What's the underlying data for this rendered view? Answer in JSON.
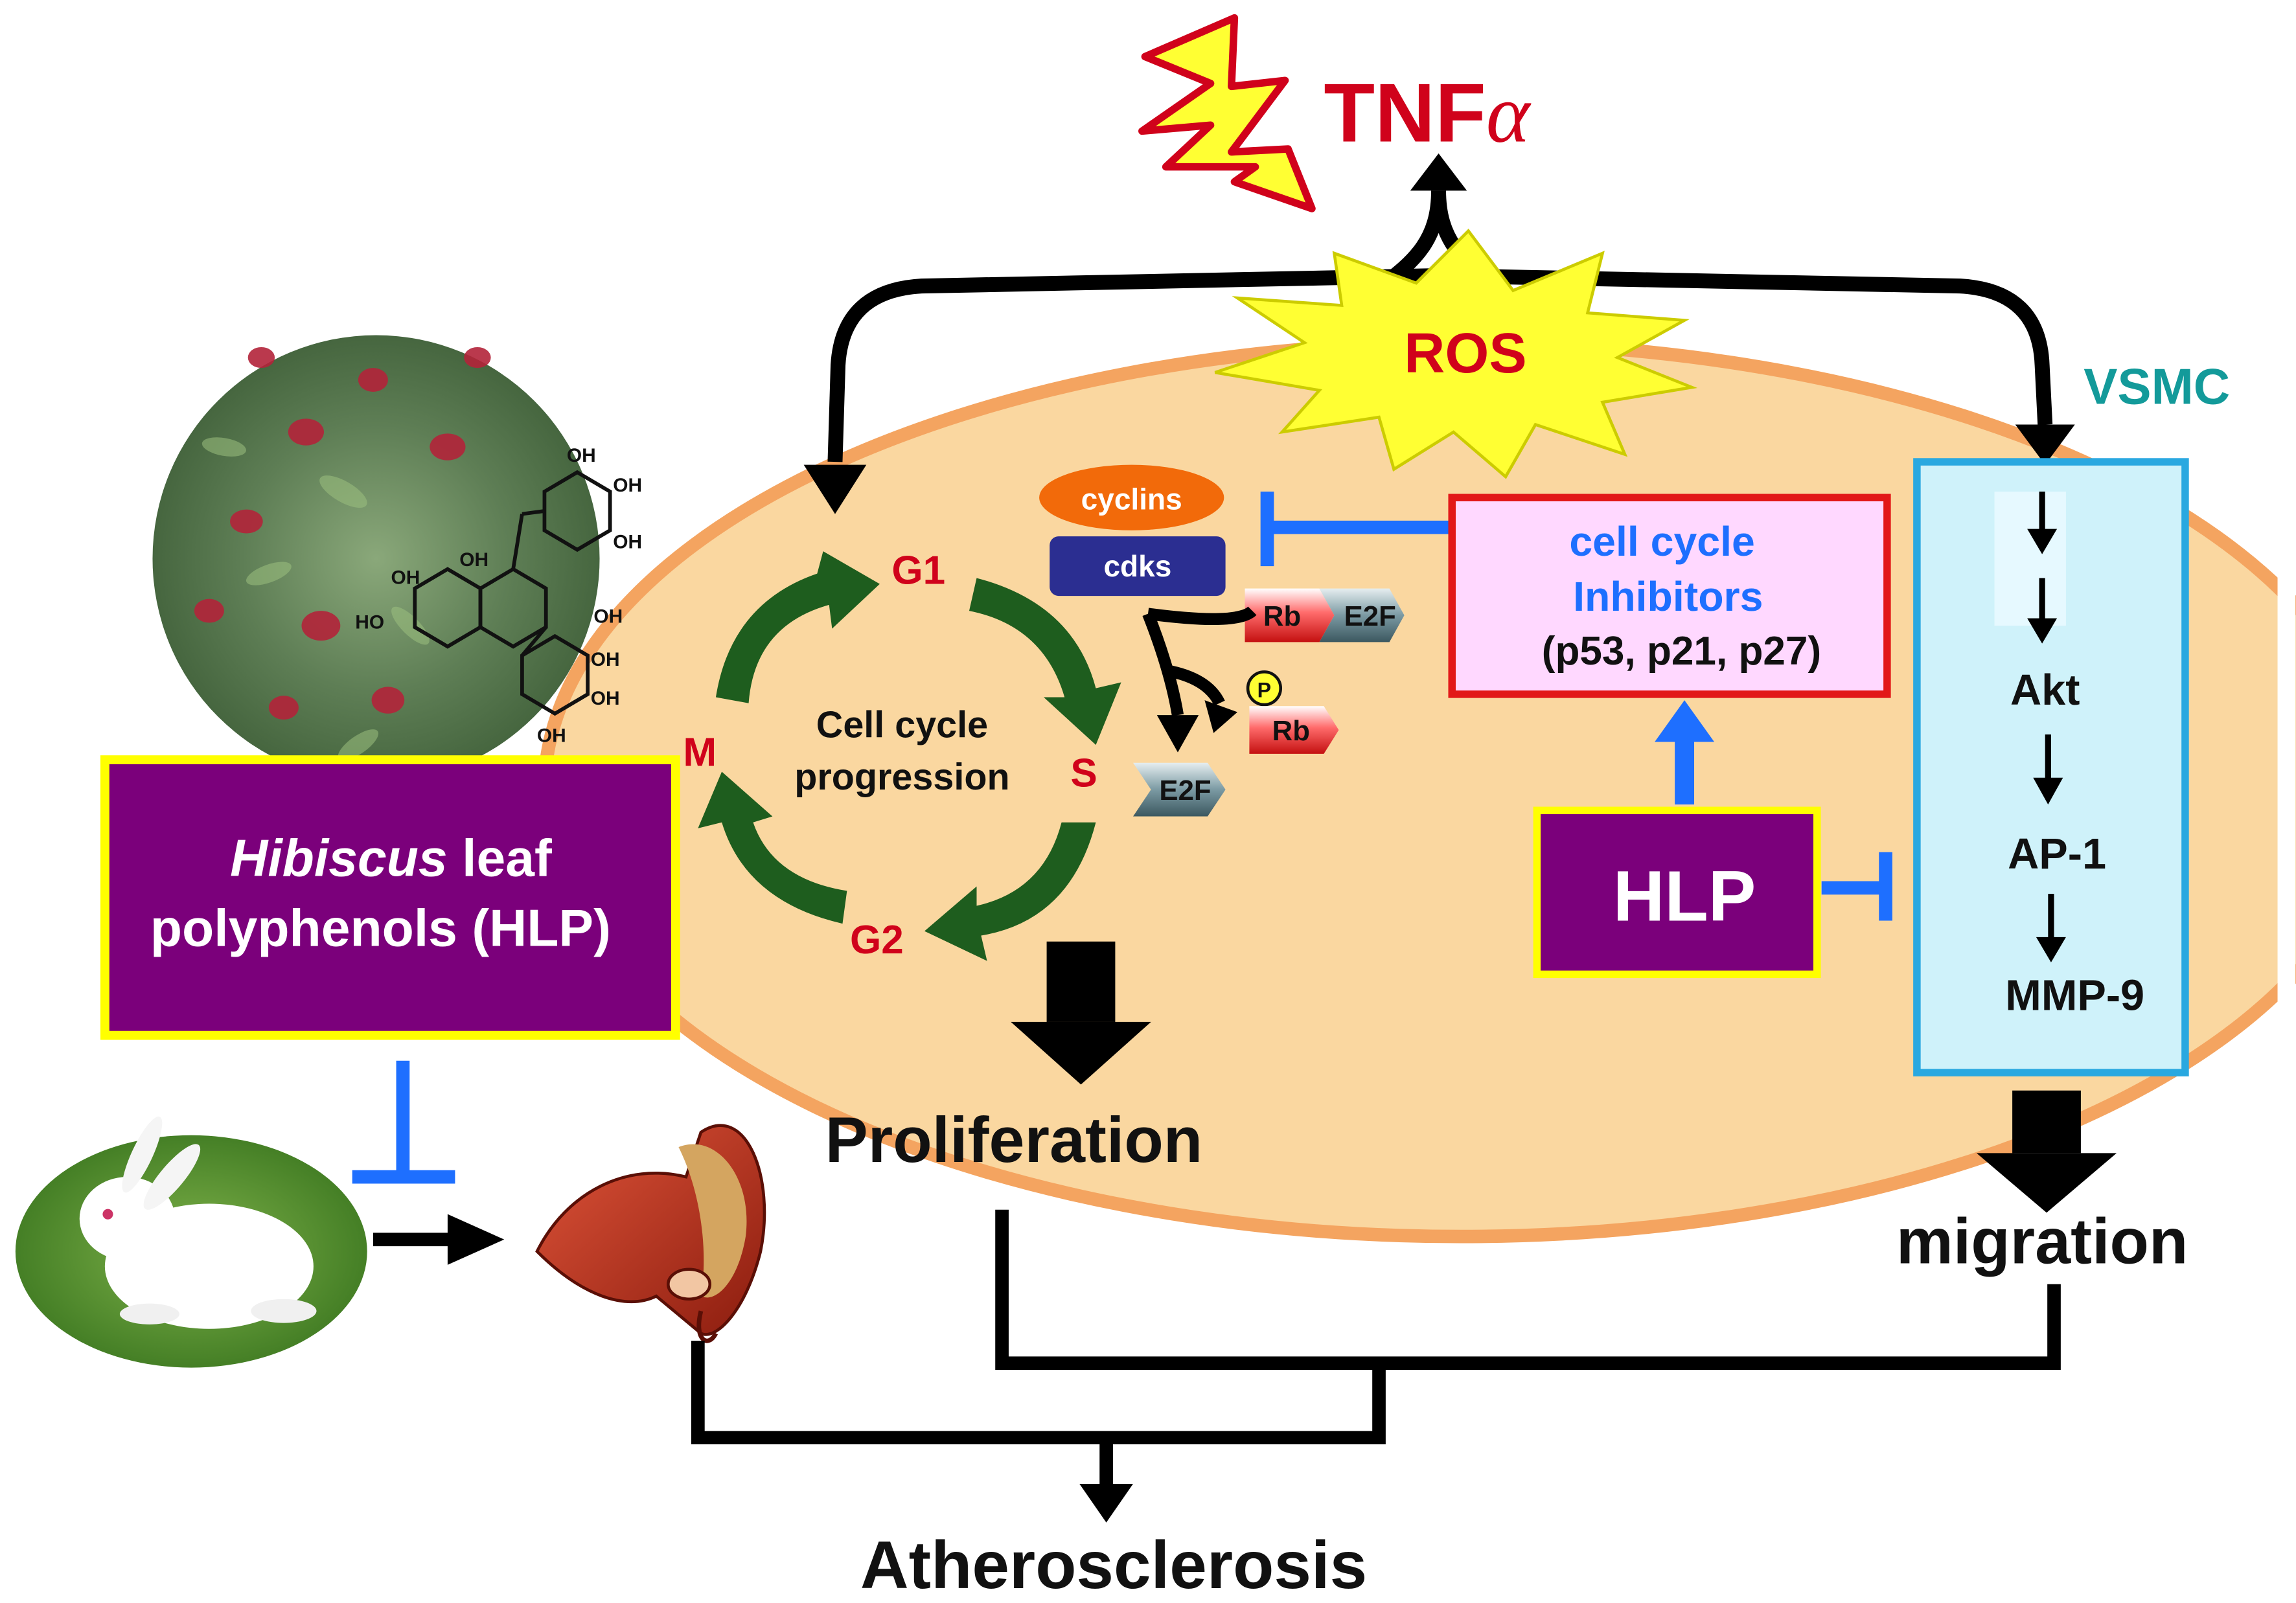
{
  "tnf": {
    "prefix": "TNF",
    "greek": "α"
  },
  "ros": "ROS",
  "vsmc": "VSMC",
  "cell_cycle": {
    "phases": {
      "g1": "G1",
      "s": "S",
      "g2": "G2",
      "m": "M"
    },
    "center_line1": "Cell cycle",
    "center_line2": "progression"
  },
  "proteins": {
    "cyclins": "cyclins",
    "cdks": "cdks",
    "rb": "Rb",
    "e2f": "E2F",
    "p": "P"
  },
  "inhibitors": {
    "line1": "cell cycle",
    "line2": "Inhibitors",
    "line3": "(p53, p21, p27)"
  },
  "hlp_small": "HLP",
  "hlp_box": {
    "italic": "Hibiscus",
    "rest": " leaf",
    "line2": "polyphenols (HLP)"
  },
  "pathway": [
    "Akt",
    "AP-1",
    "MMP-9"
  ],
  "outcomes": {
    "proliferation": "Proliferation",
    "migration": "migration",
    "atherosclerosis": "Atherosclerosis"
  },
  "chem_labels": [
    "OH",
    "OH",
    "OH",
    "OH",
    "OH",
    "OH",
    "HO",
    "OH",
    "OH",
    "OH"
  ],
  "colors": {
    "cell_fill": "#fad7a0",
    "cell_border": "#f4a460",
    "cycle_green": "#1e5d1e",
    "phase_red": "#d0021b",
    "ros_yellow": "#ffff33",
    "tnf_red": "#d0021b",
    "purple": "#7b007b",
    "yellow_border": "#ffff00",
    "inhibit_blue": "#1e6fff",
    "vsmc_teal": "#139a9a",
    "cyan_fill": "#cff2fa",
    "cyan_border": "#29a8e0",
    "pink_fill": "#ffd8ff",
    "red_border": "#e21818",
    "cyclins_orange": "#f26a0a",
    "cdks_navy": "#2b2e91"
  }
}
